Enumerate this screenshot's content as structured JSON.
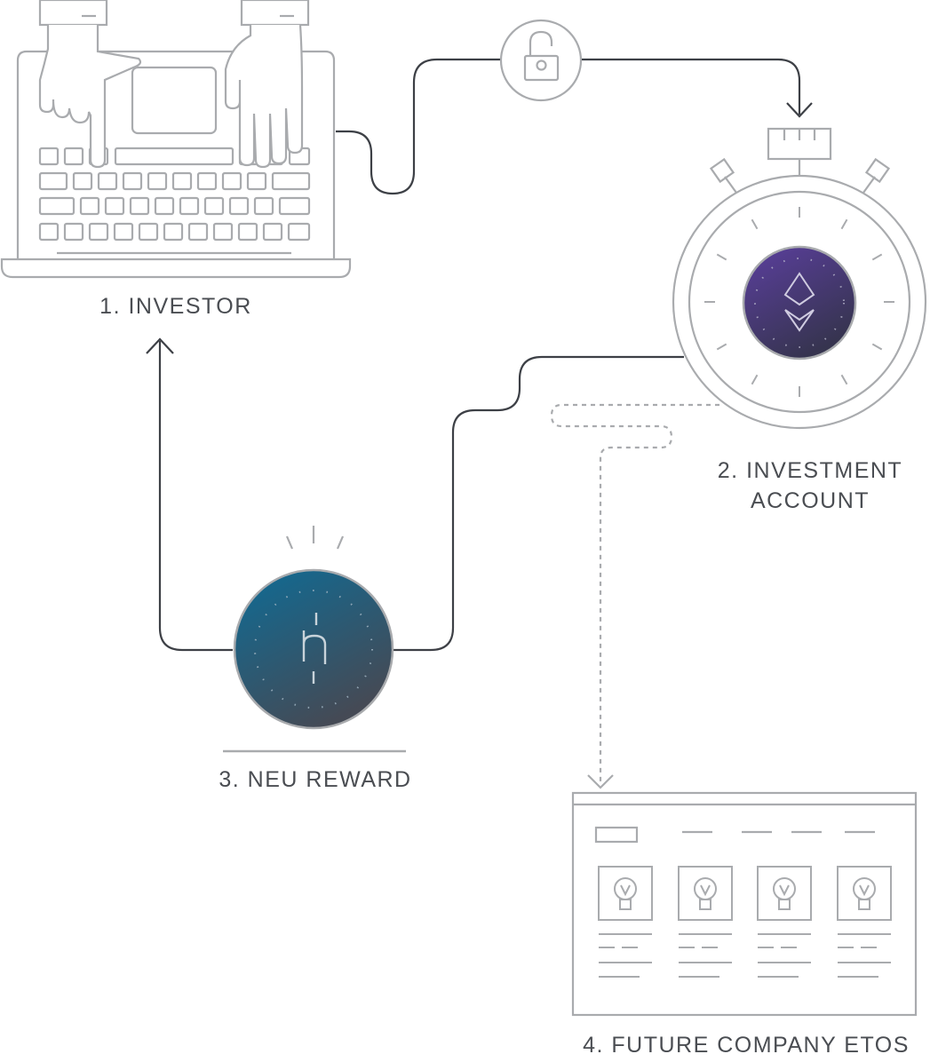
{
  "labels": {
    "investor": "1. INVESTOR",
    "investment_account_line1": "2. INVESTMENT",
    "investment_account_line2": "ACCOUNT",
    "neu_reward": "3. NEU REWARD",
    "future_etos": "4. FUTURE COMPANY ETOS"
  },
  "icons": {
    "laptop": "laptop-hands-icon",
    "lock": "unlocked-padlock-icon",
    "stopwatch": "stopwatch-icon",
    "ether": "ethereum-icon",
    "neu": "neu-token-icon",
    "browser": "browser-window-icon",
    "bulb": "lightbulb-icon"
  },
  "colors": {
    "line_light": "#a9abae",
    "line_dark": "#3d4046",
    "ether_purple": "#5b3f9e",
    "ether_dark": "#36344f",
    "neu_teal": "#0e6c96",
    "neu_dark": "#454a55"
  }
}
